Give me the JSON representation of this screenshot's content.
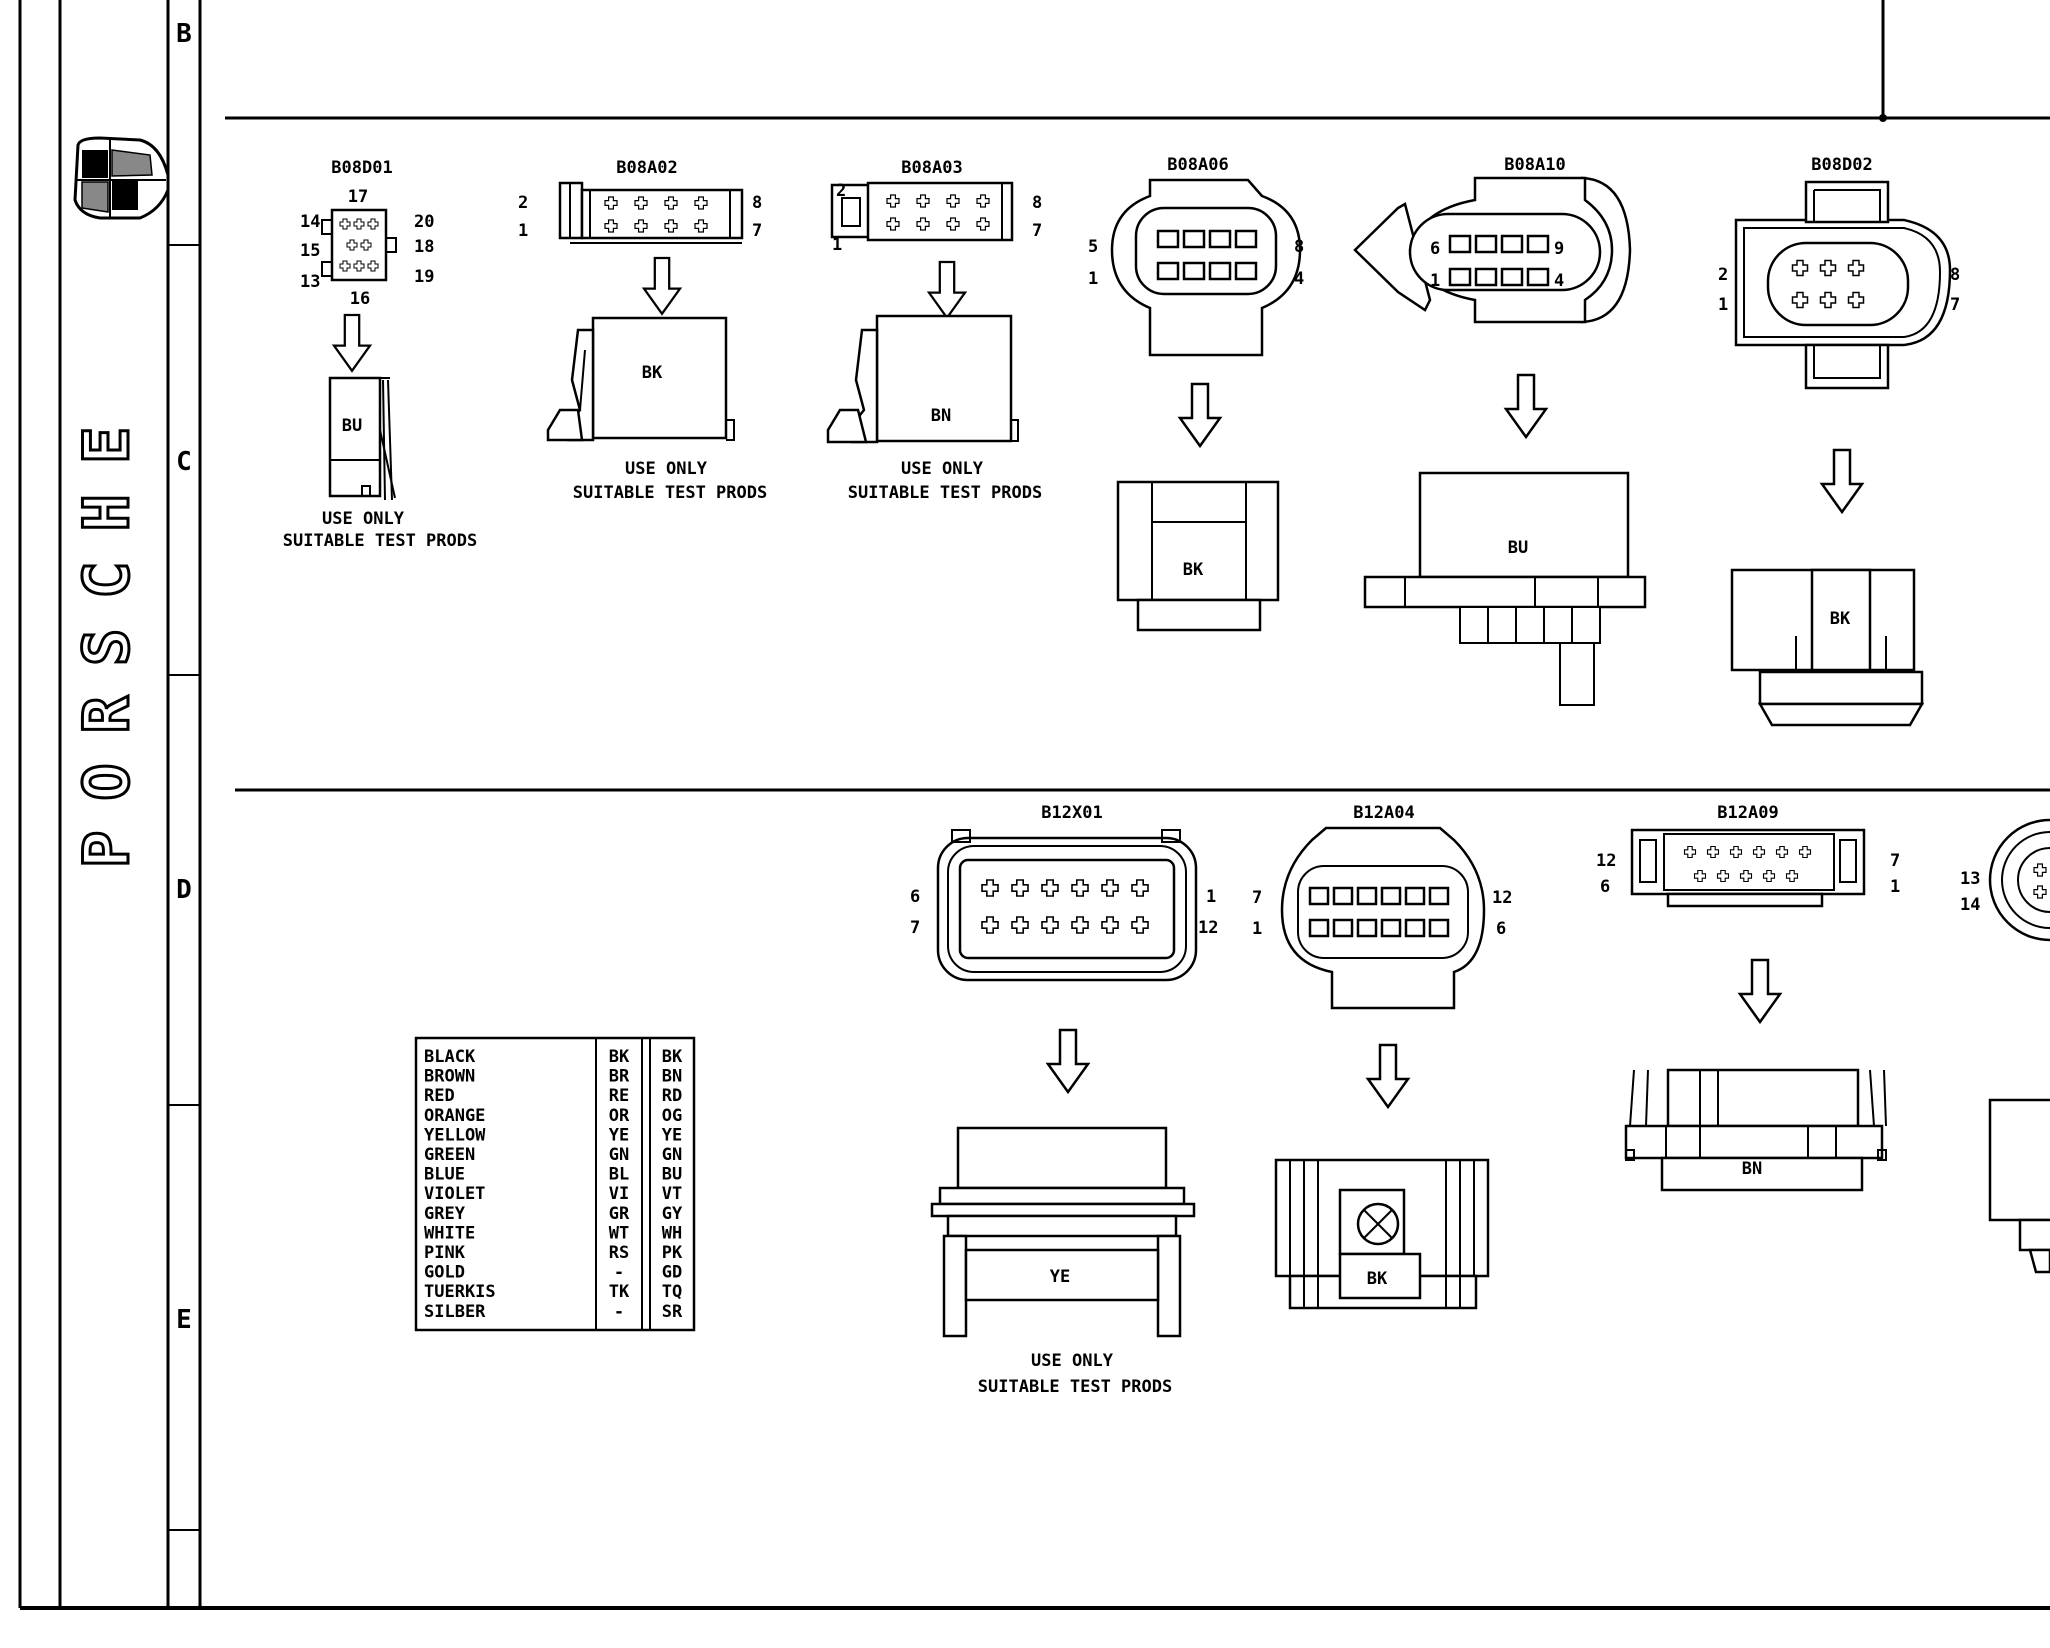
{
  "brand": {
    "wordmark": "PORSCHE",
    "crest": "porsche-crest-icon"
  },
  "grid_rows": [
    "B",
    "C",
    "D",
    "E"
  ],
  "notes": {
    "test_probe": [
      "USE ONLY",
      "SUITABLE TEST PRODS"
    ]
  },
  "connectors": {
    "b08d01": {
      "id": "B08D01",
      "pins": [
        "17",
        "14",
        "20",
        "15",
        "18",
        "13",
        "19",
        "16"
      ],
      "color": "BU"
    },
    "b08a02": {
      "id": "B08A02",
      "pins": [
        "2",
        "1",
        "8",
        "7"
      ],
      "color": "BK"
    },
    "b08a03": {
      "id": "B08A03",
      "pins": [
        "2",
        "1",
        "8",
        "7"
      ],
      "color": "BN"
    },
    "b08a06": {
      "id": "B08A06",
      "pins": [
        "5",
        "1",
        "8",
        "4"
      ],
      "color": "BK"
    },
    "b08a10": {
      "id": "B08A10",
      "pins": [
        "6",
        "1",
        "9",
        "4"
      ],
      "color": "BU"
    },
    "b08d02": {
      "id": "B08D02",
      "pins": [
        "2",
        "1",
        "8",
        "7"
      ],
      "color": "BK"
    },
    "b12x01": {
      "id": "B12X01",
      "pins": [
        "6",
        "7",
        "1",
        "12"
      ],
      "color": "YE"
    },
    "b12a04": {
      "id": "B12A04",
      "pins": [
        "7",
        "1",
        "12",
        "6"
      ],
      "color": "BK"
    },
    "b12a09": {
      "id": "B12A09",
      "pins": [
        "12",
        "6",
        "7",
        "1"
      ],
      "color": "BN"
    },
    "b12partial": {
      "pins": [
        "13",
        "14"
      ]
    }
  },
  "color_legend": [
    {
      "name": "BLACK",
      "de": "BK",
      "en": "BK"
    },
    {
      "name": "BROWN",
      "de": "BR",
      "en": "BN"
    },
    {
      "name": "RED",
      "de": "RE",
      "en": "RD"
    },
    {
      "name": "ORANGE",
      "de": "OR",
      "en": "OG"
    },
    {
      "name": "YELLOW",
      "de": "YE",
      "en": "YE"
    },
    {
      "name": "GREEN",
      "de": "GN",
      "en": "GN"
    },
    {
      "name": "BLUE",
      "de": "BL",
      "en": "BU"
    },
    {
      "name": "VIOLET",
      "de": "VI",
      "en": "VT"
    },
    {
      "name": "GREY",
      "de": "GR",
      "en": "GY"
    },
    {
      "name": "WHITE",
      "de": "WT",
      "en": "WH"
    },
    {
      "name": "PINK",
      "de": "RS",
      "en": "PK"
    },
    {
      "name": "GOLD",
      "de": "-",
      "en": "GD"
    },
    {
      "name": "TUERKIS",
      "de": "TK",
      "en": "TQ"
    },
    {
      "name": "SILBER",
      "de": "-",
      "en": "SR"
    }
  ]
}
